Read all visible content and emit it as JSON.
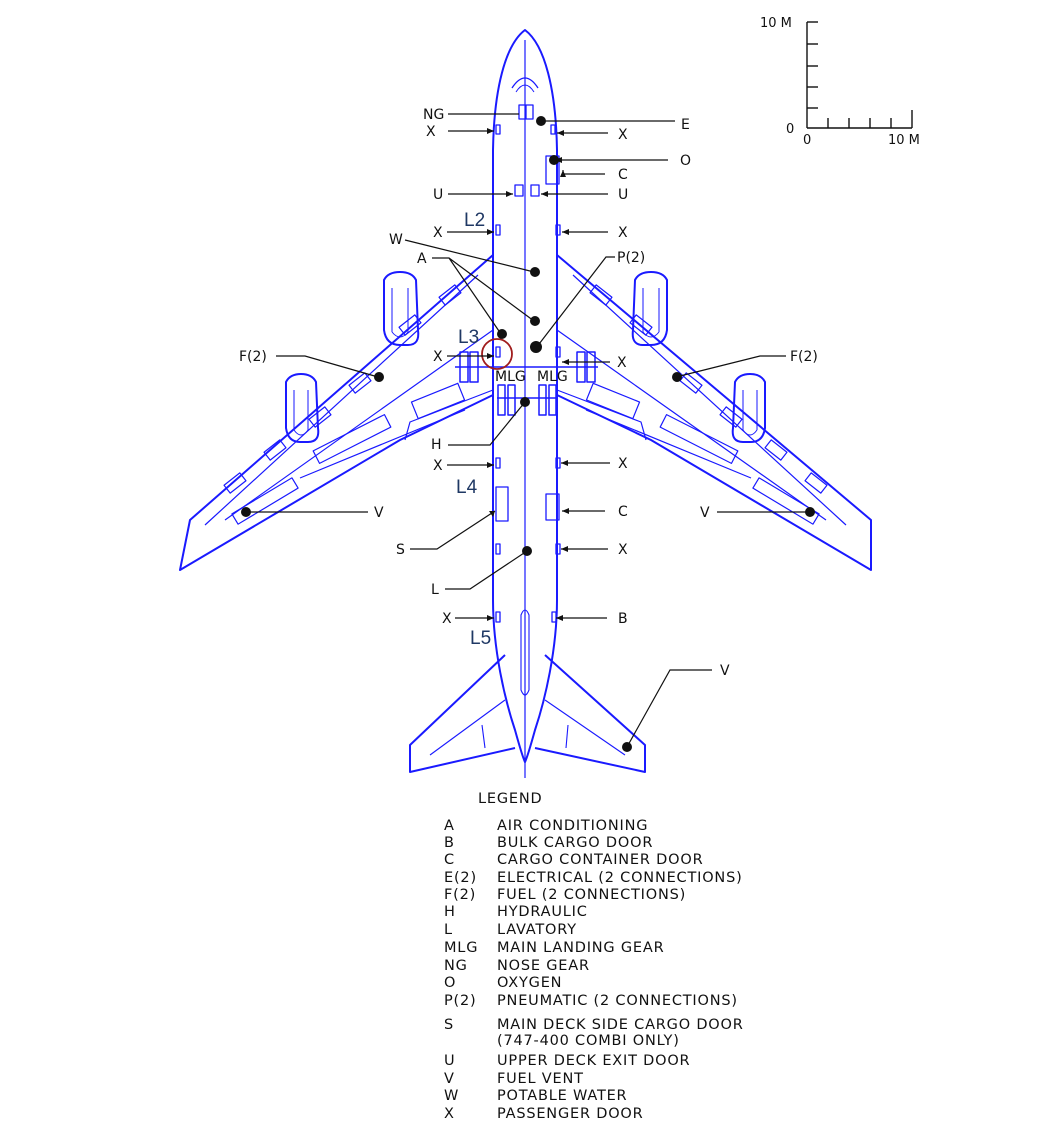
{
  "callouts": {
    "ng": "NG",
    "e": "E",
    "o": "O",
    "c": "C",
    "u": "U",
    "x": "X",
    "w": "W",
    "a": "A",
    "p2": "P(2)",
    "f2": "F(2)",
    "mlg": "MLG",
    "h": "H",
    "v": "V",
    "s": "S",
    "l": "L",
    "b": "B"
  },
  "door_labels": {
    "l2": "L2",
    "l3": "L3",
    "l4": "L4",
    "l5": "L5"
  },
  "scale": {
    "top": "10 M",
    "zero_v": "0",
    "zero_h": "0",
    "right": "10 M"
  },
  "legend": {
    "title": "LEGEND",
    "items": [
      {
        "code": "A",
        "desc": "AIR CONDITIONING"
      },
      {
        "code": "B",
        "desc": "BULK CARGO DOOR"
      },
      {
        "code": "C",
        "desc": "CARGO CONTAINER DOOR"
      },
      {
        "code": "E(2)",
        "desc": "ELECTRICAL (2 CONNECTIONS)"
      },
      {
        "code": "F(2)",
        "desc": "FUEL (2 CONNECTIONS)"
      },
      {
        "code": "H",
        "desc": "HYDRAULIC"
      },
      {
        "code": "L",
        "desc": "LAVATORY"
      },
      {
        "code": "MLG",
        "desc": "MAIN LANDING GEAR"
      },
      {
        "code": "NG",
        "desc": "NOSE GEAR"
      },
      {
        "code": "O",
        "desc": "OXYGEN"
      },
      {
        "code": "P(2)",
        "desc": "PNEUMATIC (2 CONNECTIONS)"
      },
      {
        "code": "S",
        "desc": "MAIN DECK SIDE CARGO DOOR\n(747-400 COMBI ONLY)"
      },
      {
        "code": "U",
        "desc": "UPPER DECK EXIT DOOR"
      },
      {
        "code": "V",
        "desc": "FUEL VENT"
      },
      {
        "code": "W",
        "desc": "POTABLE WATER"
      },
      {
        "code": "X",
        "desc": "PASSENGER DOOR"
      }
    ]
  },
  "colors": {
    "airframe": "#1a1aff",
    "callout": "#111111",
    "door_label": "#1f3864",
    "highlight": "#a01c1c"
  }
}
